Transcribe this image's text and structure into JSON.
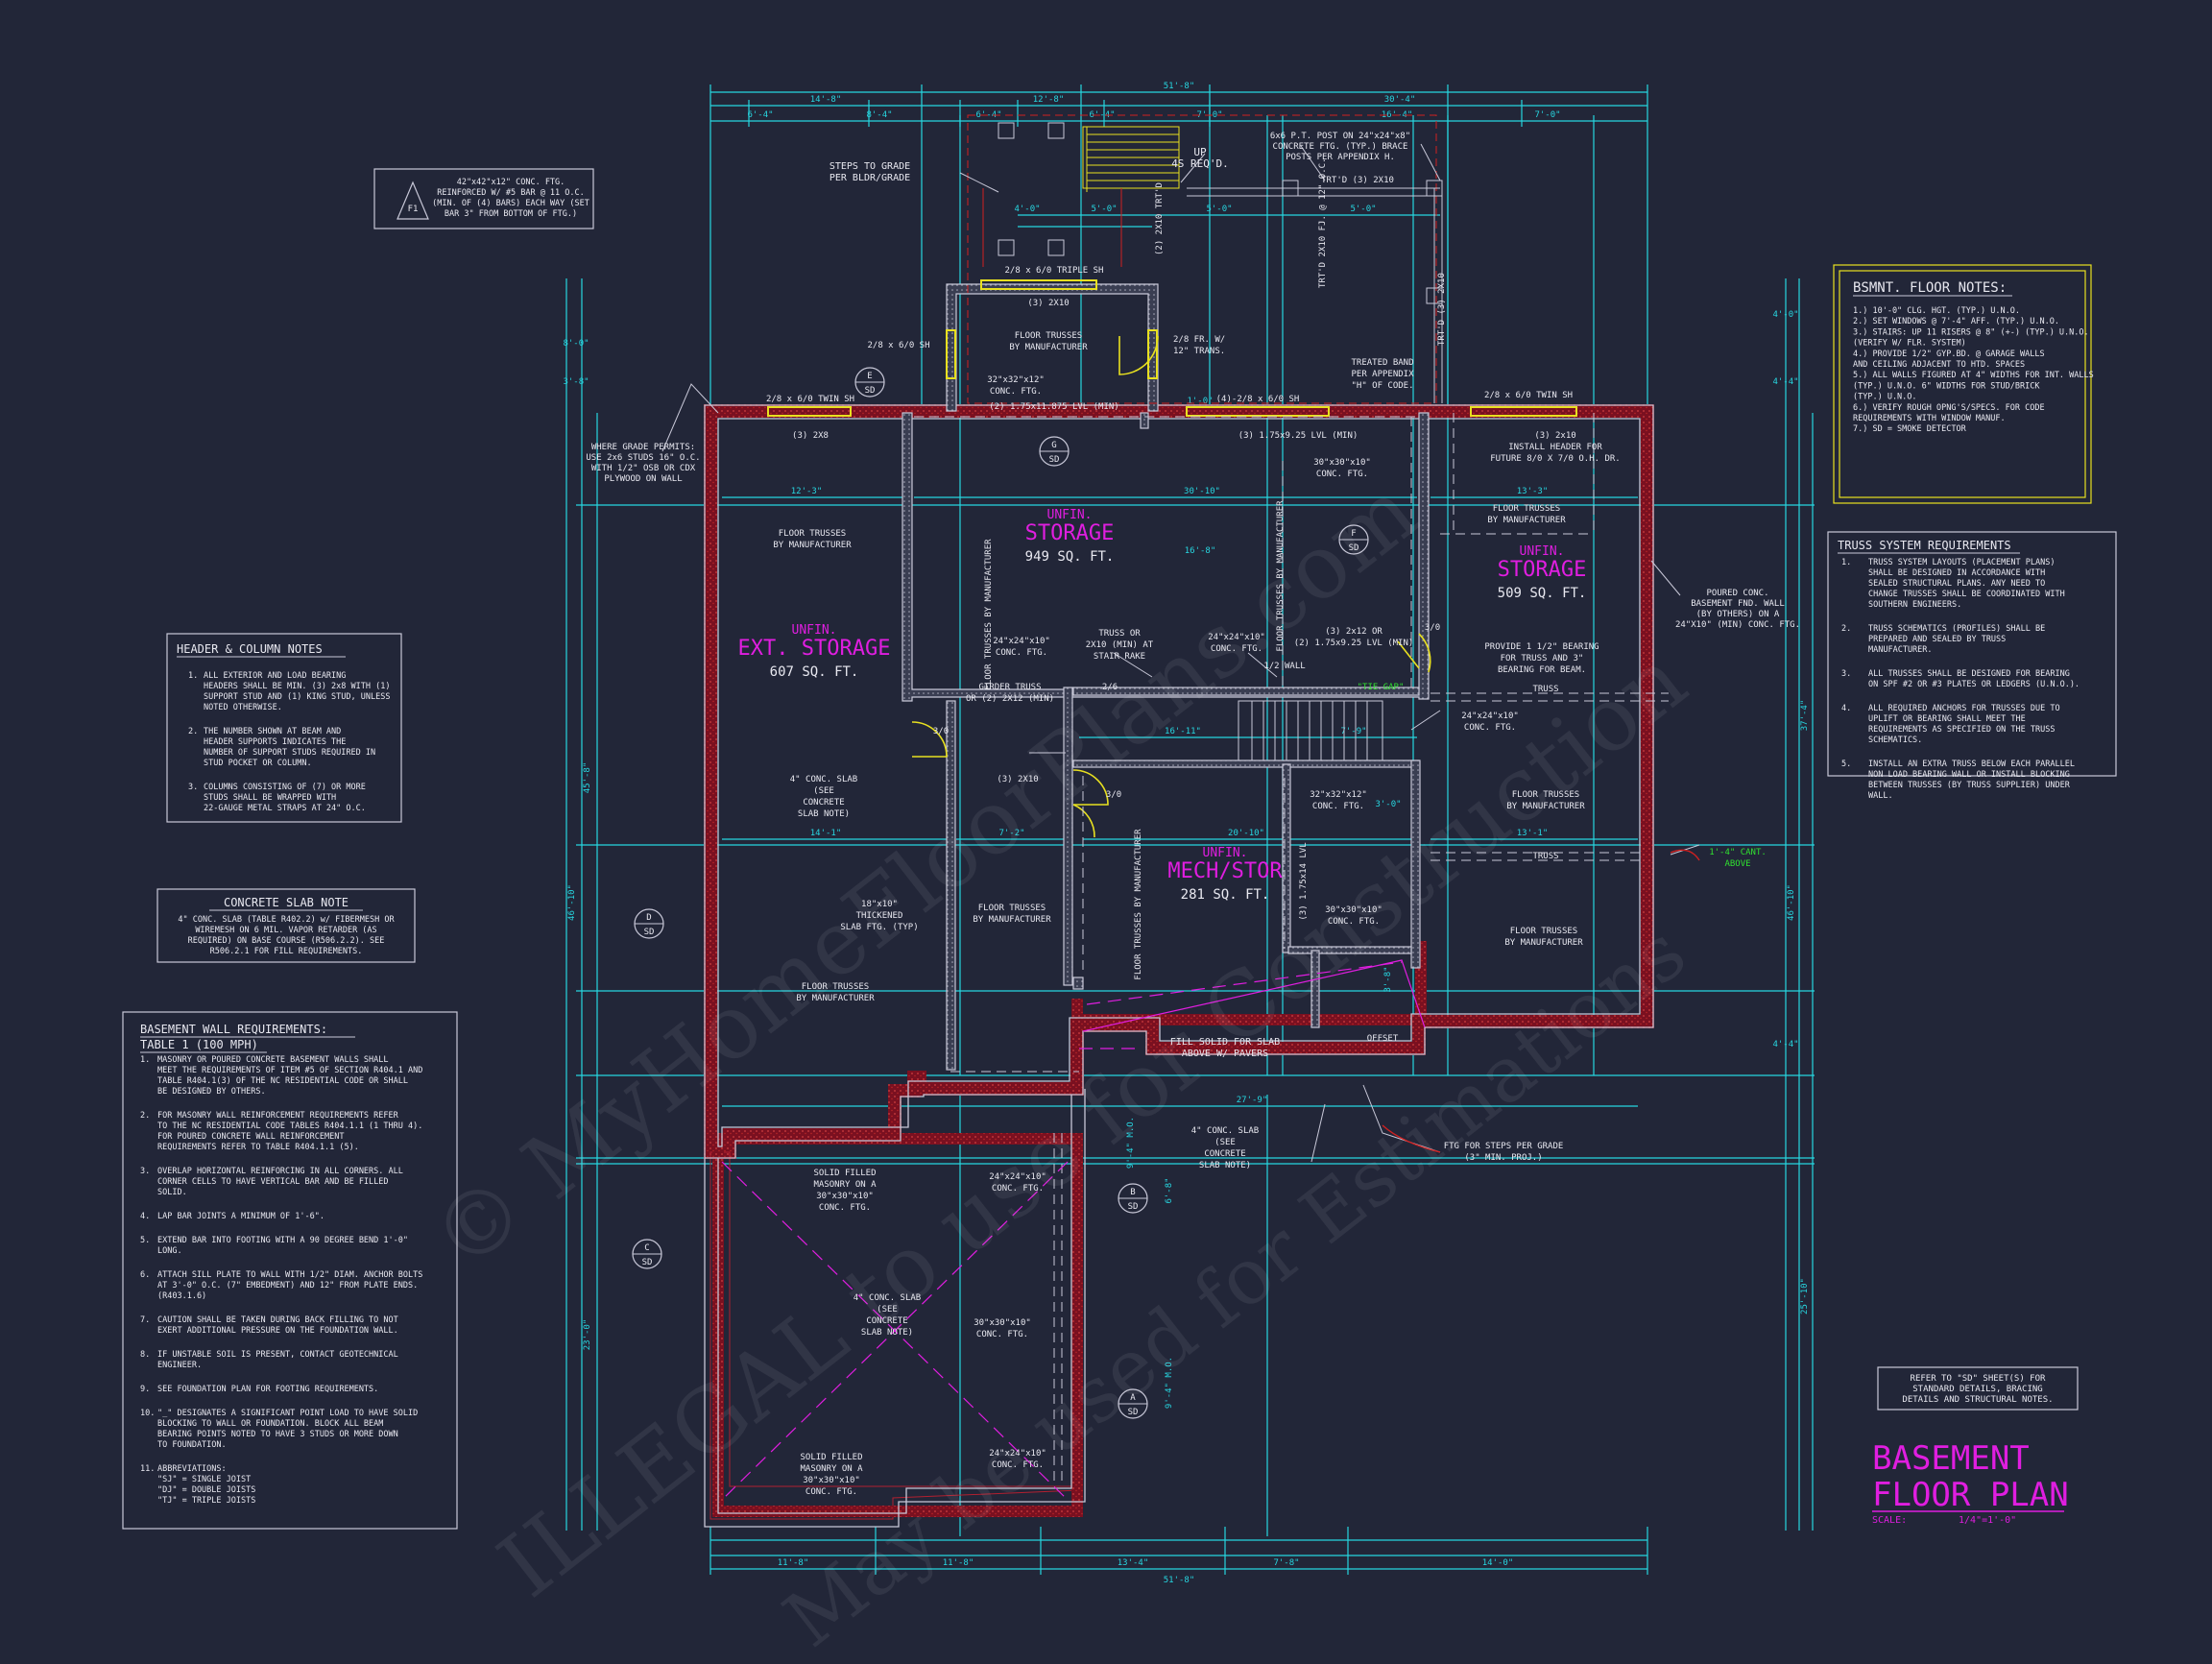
{
  "colors": {
    "background": "#222638",
    "wall_outline": "#c8c8d8",
    "cyan": "#27d6e0",
    "magenta": "#e01ee0",
    "yellow": "#e8e020",
    "green": "#30e030",
    "red": "#d02020",
    "text": "#e8e8f0"
  },
  "watermark": {
    "line1": "© MyHomeFloorPlans.com",
    "line2": "ILLEGAL to use for Construction",
    "line3": "May be used for Estimations"
  },
  "title_block": {
    "title_line1": "BASEMENT",
    "title_line2": "FLOOR PLAN",
    "scale_label": "SCALE:",
    "scale_value": "1/4\"=1'-0\""
  },
  "overall_dims": {
    "top_total": "51'-8\"",
    "bottom_total": "51'-8\"",
    "top_segments": [
      "14'-8\"",
      "12'-8\"",
      "30'-4\""
    ],
    "top_sub": [
      "6'-4\"",
      "8'-4\"",
      "6'-4\"",
      "6'-4\"",
      "7'-0\"",
      "16'-4\"",
      "7'-0\""
    ],
    "bottom_segments": [
      "11'-8\"",
      "11'-8\"",
      "13'-4\"",
      "7'-8\"",
      "14'-0\""
    ],
    "left_total": "46'-10\"",
    "left_upper": "45'-8\"",
    "left_lower": "23'-0\"",
    "right_total": "46'-10\"",
    "right_upper": "37'-4\"",
    "right_lower": "25'-10\"",
    "misc": [
      "4'-0\"",
      "5'-0\"",
      "5'-0\"",
      "5'-0\"",
      "12'-3\"",
      "30'-10\"",
      "13'-3\"",
      "14'-1\"",
      "7'-2\"",
      "20'-10\"",
      "13'-1\"",
      "27'-9\"",
      "16'-11\"",
      "7'-9\"",
      "16'-8\"",
      "4'-4\"",
      "4'-0\"",
      "8'-0\"",
      "3'-8\"",
      "4'-4\"",
      "1'-0\"",
      "6'-8\"",
      "9'-4\" M.O.",
      "9'-4\" M.O.",
      "3'-8\"",
      "3'-0\""
    ]
  },
  "rooms": [
    {
      "line1": "UNFIN.",
      "line2": "EXT. STORAGE",
      "area": "607 SQ. FT."
    },
    {
      "line1": "UNFIN.",
      "line2": "STORAGE",
      "area": "949 SQ. FT."
    },
    {
      "line1": "UNFIN.",
      "line2": "STORAGE",
      "area": "509 SQ. FT."
    },
    {
      "line1": "UNFIN.",
      "line2": "MECH/STOR",
      "area": "281 SQ. FT."
    }
  ],
  "plan_labels": {
    "steps_to_grade": [
      "STEPS TO GRADE",
      "PER BLDR/GRADE"
    ],
    "post_note": [
      "6x6 P.T. POST ON 24\"x24\"x8\"",
      "CONCRETE FTG. (TYP.) BRACE",
      "POSTS PER APPENDIX H."
    ],
    "up": [
      "UP",
      "4S REQ'D."
    ],
    "trtd_top": "TRT'D (3) 2X10",
    "trtd_vert": "TRT'D 2X10 FJ. @ 12\" O.C.",
    "trtd_vert2": "TRT'D (3) 2X10",
    "trtd_left": "(2) 2X10 TRT'D",
    "triple_sh": "2/8 x 6/0 TRIPLE SH",
    "three_2x10_a": "(3) 2X10",
    "floor_trusses_top": [
      "FLOOR TRUSSES",
      "BY MANUFACTURER"
    ],
    "fr_trans": [
      "2/8 FR. W/",
      "12\" TRANS."
    ],
    "sh_left": "2/8 x 6/0 SH",
    "conc_ftg_32": [
      "32\"x32\"x12\"",
      "CONC. FTG."
    ],
    "lvl_top": "(2) 1.75x11.875 LVL (MIN)",
    "twin_sh_left": "2/8 x 6/0 TWIN SH",
    "three_2x8": "(3) 2X8",
    "four_sh": "(4)-2/8 x 6/0 SH",
    "lvl_mid": "(3) 1.75x9.25 LVL (MIN)",
    "treated_band": [
      "TREATED BAND",
      "PER APPENDIX",
      "\"H\" OF CODE."
    ],
    "twin_sh_right": "2/8 x 6/0 TWIN SH",
    "three_2x10_b": "(3) 2x10",
    "install_header": [
      "INSTALL HEADER FOR",
      "FUTURE 8/0 X 7/0 O.H. DR."
    ],
    "grade_permits": [
      "WHERE GRADE PERMITS:",
      "USE 2x6 STUDS 16\" O.C.",
      "WITH 1/2\" OSB OR CDX",
      "PLYWOOD ON WALL"
    ],
    "conc_ftg_30_a": [
      "30\"x30\"x10\"",
      "CONC. FTG."
    ],
    "ft_left": [
      "FLOOR TRUSSES",
      "BY MANUFACTURER"
    ],
    "ft_right_top": [
      "FLOOR TRUSSES",
      "BY MANUFACTURER"
    ],
    "ft_vert_a": "FLOOR TRUSSES BY MANUFACTURER",
    "ft_vert_b": "FLOOR TRUSSES BY MANUFACTURER",
    "ft_vert_c": "FLOOR TRUSSES BY MANUFACTURER",
    "foured_conc": [
      "POURED CONC.",
      "BASEMENT FND. WALL",
      "(BY OTHERS) ON A",
      "24\"X10\" (MIN) CONC. FTG."
    ],
    "truss_or_2x10": [
      "TRUSS OR",
      "2X10 (MIN) AT",
      "STAIR RAKE"
    ],
    "conc_ftg_24_a": [
      "24\"x24\"x10\"",
      "CONC. FTG."
    ],
    "conc_ftg_24_b": [
      "24\"x24\"x10\"",
      "CONC. FTG."
    ],
    "two_2x12": [
      "(3) 2x12 OR",
      "(2) 1.75x9.25 LVL (MIN)"
    ],
    "half_wall": "1/2 WALL",
    "provide_bearing": [
      "PROVIDE 1 1/2\" BEARING",
      "FOR TRUSS AND 3\"",
      "BEARING FOR BEAM."
    ],
    "girder_truss": [
      "GIRDER TRUSS",
      "OR (2) 2X12 (MIN)"
    ],
    "three_2x10_c": "(3) 2X10",
    "truss_a": "TRUSS",
    "truss_b": "TRUSS",
    "conc_ftg_24_c": [
      "24\"x24\"x10\"",
      "CONC. FTG."
    ],
    "conc_ftg_32_b": [
      "32\"x32\"x12\"",
      "CONC. FTG."
    ],
    "lvl_vert": "(3) 1.75x14 LVL",
    "ft_right_mid": [
      "FLOOR TRUSSES",
      "BY MANUFACTURER"
    ],
    "cant": [
      "1'-4\" CANT.",
      "ABOVE"
    ],
    "conc_slab_left": [
      "4\" CONC. SLAB",
      "(SEE",
      "CONCRETE",
      "SLAB NOTE)"
    ],
    "thickened_slab": [
      "18\"x10\"",
      "THICKENED",
      "SLAB FTG. (TYP)"
    ],
    "ft_mid": [
      "FLOOR TRUSSES",
      "BY MANUFACTURER"
    ],
    "ft_left_low": [
      "FLOOR TRUSSES",
      "BY MANUFACTURER"
    ],
    "conc_ftg_30_b": [
      "30\"x30\"x10\"",
      "CONC. FTG."
    ],
    "ft_right_low": [
      "FLOOR TRUSSES",
      "BY MANUFACTURER"
    ],
    "fill_solid": [
      "FILL SOLID FOR SLAB",
      "ABOVE W/ PAVERS"
    ],
    "offset": "OFFSET",
    "conc_slab_mid": [
      "4\" CONC. SLAB",
      "(SEE",
      "CONCRETE",
      "SLAB NOTE)"
    ],
    "ftg_steps": [
      "FTG FOR STEPS PER GRADE",
      "(3\" MIN. PROJ.)"
    ],
    "solid_filled_a": [
      "SOLID FILLED",
      "MASONRY ON A",
      "30\"x30\"x10\"",
      "CONC. FTG."
    ],
    "conc_ftg_24_d": [
      "24\"x24\"x10\"",
      "CONC. FTG."
    ],
    "conc_slab_low": [
      "4\" CONC. SLAB",
      "(SEE",
      "CONCRETE",
      "SLAB NOTE)"
    ],
    "conc_ftg_30_c": [
      "30\"x30\"x10\"",
      "CONC. FTG."
    ],
    "solid_filled_b": [
      "SOLID FILLED",
      "MASONRY ON A",
      "30\"x30\"x10\"",
      "CONC. FTG."
    ],
    "conc_ftg_24_e": [
      "24\"x24\"x10\"",
      "CONC. FTG."
    ],
    "door_3_0": "3/0",
    "door_2_6": "2/6",
    "tie_gap": "\"TIE GAP\""
  },
  "section_markers": [
    {
      "letter": "E",
      "sheet": "SD"
    },
    {
      "letter": "G",
      "sheet": "SD"
    },
    {
      "letter": "F",
      "sheet": "SD"
    },
    {
      "letter": "D",
      "sheet": "SD"
    },
    {
      "letter": "B",
      "sheet": "SD"
    },
    {
      "letter": "C",
      "sheet": "SD"
    },
    {
      "letter": "A",
      "sheet": "SD"
    }
  ],
  "detail_f1": {
    "tag": "F1",
    "lines": [
      "42\"x42\"x12\" CONC. FTG.",
      "REINFORCED W/ #5 BAR @ 11 O.C.",
      "(MIN. OF (4) BARS) EACH WAY (SET",
      "BAR 3\" FROM BOTTOM OF FTG.)"
    ]
  },
  "header_notes": {
    "title": "HEADER & COLUMN NOTES",
    "items": [
      [
        "1.",
        "ALL EXTERIOR AND LOAD BEARING",
        "HEADERS SHALL BE MIN. (3) 2x8 WITH (1)",
        "SUPPORT STUD AND (1) KING STUD, UNLESS",
        "NOTED OTHERWISE."
      ],
      [
        "2.",
        "THE NUMBER SHOWN AT BEAM AND",
        "HEADER SUPPORTS INDICATES THE",
        "NUMBER OF SUPPORT STUDS REQUIRED IN",
        "STUD POCKET OR COLUMN."
      ],
      [
        "3.",
        "COLUMNS CONSISTING OF (7) OR MORE",
        "STUDS SHALL BE WRAPPED WITH",
        "22-GAUGE METAL STRAPS AT 24\" O.C."
      ]
    ]
  },
  "slab_note": {
    "title": "CONCRETE SLAB NOTE",
    "lines": [
      "4\" CONC. SLAB (TABLE R402.2) w/ FIBERMESH OR",
      "WIREMESH ON 6 MIL. VAPOR RETARDER (AS",
      "REQUIRED) ON BASE COURSE (R506.2.2). SEE",
      "R506.2.1 FOR FILL REQUIREMENTS."
    ]
  },
  "wall_reqs": {
    "title1": "BASEMENT WALL REQUIREMENTS:",
    "title2": "TABLE 1 (100 MPH)",
    "items": [
      [
        "1.",
        "MASONRY OR POURED CONCRETE BASEMENT WALLS SHALL",
        "MEET THE REQUIREMENTS OF ITEM #5 OF SECTION R404.1 AND",
        "TABLE R404.1(3) OF THE NC RESIDENTIAL CODE OR SHALL",
        "BE DESIGNED BY OTHERS."
      ],
      [
        "2.",
        "FOR MASONRY WALL REINFORCEMENT REQUIREMENTS REFER",
        "TO THE NC RESIDENTIAL CODE TABLES R404.1.1 (1 THRU 4).",
        "FOR POURED CONCRETE WALL REINFORCEMENT",
        "REQUIREMENTS REFER TO TABLE R404.1.1 (5)."
      ],
      [
        "3.",
        "OVERLAP HORIZONTAL REINFORCING IN ALL CORNERS. ALL",
        "CORNER CELLS TO HAVE VERTICAL BAR AND BE FILLED",
        "SOLID."
      ],
      [
        "4.",
        "LAP BAR JOINTS A MINIMUM OF 1'-6\"."
      ],
      [
        "5.",
        "EXTEND BAR INTO FOOTING WITH A 90 DEGREE BEND 1'-0\"",
        "LONG."
      ],
      [
        "6.",
        "ATTACH SILL PLATE TO WALL WITH 1/2\" DIAM. ANCHOR BOLTS",
        "AT 3'-0\" O.C. (7\" EMBEDMENT) AND 12\" FROM PLATE ENDS.",
        "(R403.1.6)"
      ],
      [
        "7.",
        "CAUTION SHALL BE TAKEN DURING BACK FILLING TO NOT",
        "EXERT ADDITIONAL PRESSURE ON THE FOUNDATION WALL."
      ],
      [
        "8.",
        "IF UNSTABLE SOIL IS PRESENT, CONTACT GEOTECHNICAL",
        "ENGINEER."
      ],
      [
        "9.",
        "SEE FOUNDATION PLAN FOR FOOTING REQUIREMENTS."
      ],
      [
        "10.",
        "\"_\" DESIGNATES A SIGNIFICANT POINT LOAD TO HAVE SOLID",
        "BLOCKING TO WALL OR FOUNDATION. BLOCK ALL BEAM",
        "BEARING POINTS NOTED TO HAVE 3 STUDS OR MORE DOWN",
        "TO FOUNDATION."
      ],
      [
        "11.",
        "ABBREVIATIONS:",
        "\"SJ\" = SINGLE JOIST",
        "\"DJ\" = DOUBLE JOISTS",
        "\"TJ\" = TRIPLE JOISTS"
      ]
    ]
  },
  "bsmt_notes": {
    "title": "BSMNT. FLOOR NOTES:",
    "lines": [
      "1.) 10'-0\" CLG. HGT. (TYP.) U.N.O.",
      "2.) SET WINDOWS @ 7'-4\" AFF. (TYP.) U.N.O.",
      "3.) STAIRS: UP 11 RISERS @ 8\" (+-) (TYP.) U.N.O.",
      "   (VERIFY W/ FLR. SYSTEM)",
      "4.) PROVIDE 1/2\" GYP.BD. @ GARAGE WALLS",
      "   AND CEILING ADJACENT TO HTD. SPACES",
      "5.) ALL WALLS FIGURED AT 4\" WIDTHS FOR INT. WALLS",
      "   (TYP.) U.N.O. 6\" WIDTHS FOR STUD/BRICK",
      "   (TYP.) U.N.O.",
      "6.) VERIFY ROUGH OPNG'S/SPECS. FOR CODE",
      "   REQUIREMENTS WITH WINDOW MANUF.",
      "7.) SD = SMOKE DETECTOR"
    ]
  },
  "truss_reqs": {
    "title": "TRUSS SYSTEM REQUIREMENTS",
    "items": [
      [
        "1.",
        "TRUSS SYSTEM LAYOUTS (PLACEMENT PLANS)",
        "SHALL BE DESIGNED IN ACCORDANCE WITH",
        "SEALED STRUCTURAL PLANS. ANY NEED TO",
        "CHANGE TRUSSES SHALL BE COORDINATED WITH",
        "SOUTHERN ENGINEERS."
      ],
      [
        "2.",
        "TRUSS SCHEMATICS (PROFILES) SHALL BE",
        "PREPARED AND SEALED BY TRUSS",
        "MANUFACTURER."
      ],
      [
        "3.",
        "ALL TRUSSES SHALL BE DESIGNED FOR BEARING",
        "ON SPF #2 OR #3 PLATES OR LEDGERS (U.N.O.)."
      ],
      [
        "4.",
        "ALL REQUIRED ANCHORS FOR TRUSSES DUE TO",
        "UPLIFT OR BEARING SHALL MEET THE",
        "REQUIREMENTS AS SPECIFIED ON THE TRUSS",
        "SCHEMATICS."
      ],
      [
        "5.",
        "INSTALL AN EXTRA TRUSS BELOW EACH PARALLEL",
        "NON LOAD BEARING WALL OR INSTALL BLOCKING",
        "BETWEEN TRUSSES (BY TRUSS SUPPLIER) UNDER",
        "WALL."
      ]
    ]
  },
  "refer_note": [
    "REFER TO \"SD\" SHEET(S) FOR",
    "STANDARD DETAILS, BRACING",
    "DETAILS AND STRUCTURAL NOTES."
  ]
}
